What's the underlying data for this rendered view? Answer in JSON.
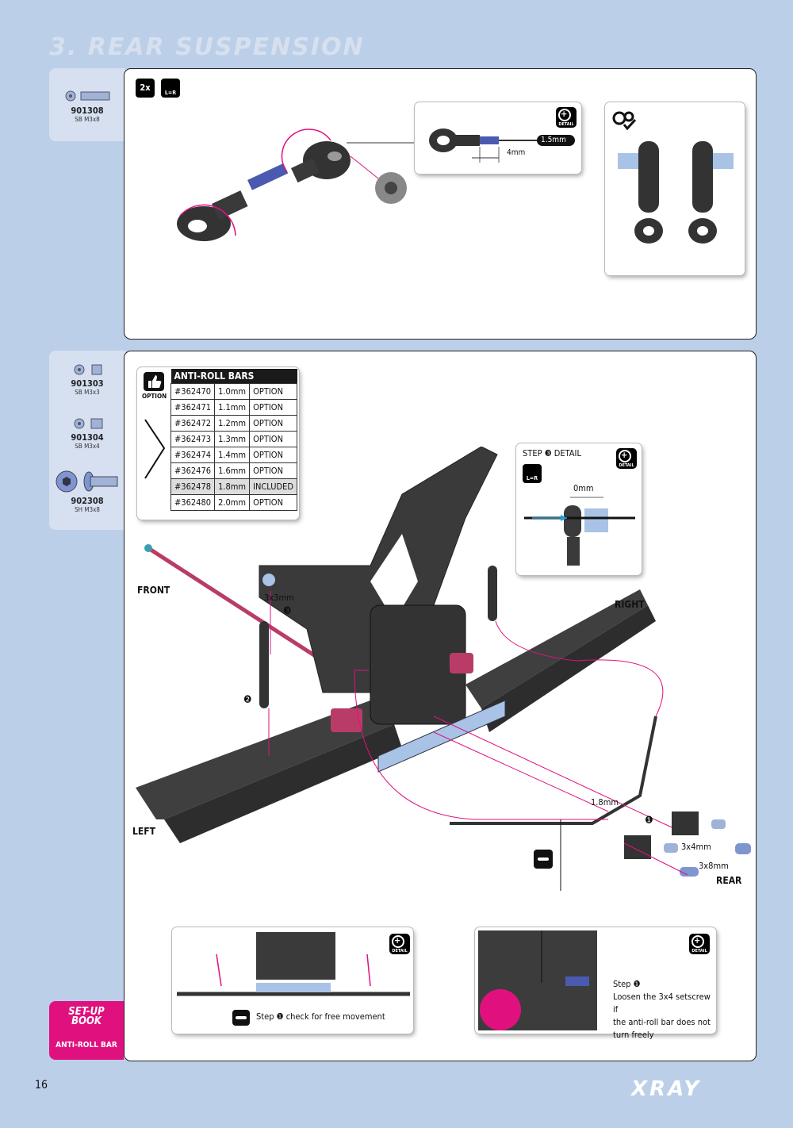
{
  "header": {
    "title": "3. REAR SUSPENSION"
  },
  "step1": {
    "parts": [
      {
        "code": "901308",
        "desc": "SB M3x8"
      }
    ],
    "badge_count": "2x",
    "badge_lr": "L=R",
    "detail": {
      "icon_text": "DETAIL",
      "tool_label": "1.5mm",
      "dim_label": "4mm"
    }
  },
  "step2": {
    "parts": [
      {
        "code": "901303",
        "desc": "SB M3x3"
      },
      {
        "code": "901304",
        "desc": "SB M3x4"
      },
      {
        "code": "902308",
        "desc": "SH M3x8"
      }
    ],
    "option_label": "OPTION",
    "table": {
      "title": "ANTI-ROLL BARS",
      "rows": [
        [
          "#362470",
          "1.0mm",
          "OPTION"
        ],
        [
          "#362471",
          "1.1mm",
          "OPTION"
        ],
        [
          "#362472",
          "1.2mm",
          "OPTION"
        ],
        [
          "#362473",
          "1.3mm",
          "OPTION"
        ],
        [
          "#362474",
          "1.4mm",
          "OPTION"
        ],
        [
          "#362476",
          "1.6mm",
          "OPTION"
        ],
        [
          "#362478",
          "1.8mm",
          "INCLUDED"
        ],
        [
          "#362480",
          "2.0mm",
          "OPTION"
        ]
      ]
    },
    "step3_detail": {
      "title": "STEP ❸ DETAIL",
      "lr": "L=R",
      "dim": "0mm",
      "icon_text": "DETAIL"
    },
    "labels": {
      "front": "FRONT",
      "right": "RIGHT",
      "left": "LEFT",
      "rear": "REAR",
      "screw_3x3": "3x3mm",
      "num3": "❸",
      "num2": "❷",
      "num1": "❶",
      "bar_1_8": "1.8mm",
      "screw_3x4": "3x4mm",
      "screw_3x8": "3x8mm"
    },
    "detail_left": {
      "text": "Step ❶ check for free movement",
      "icon_text": "DETAIL"
    },
    "detail_right": {
      "line1": "Step ❶",
      "line2": "Loosen the 3x4 setscrew if",
      "line3": "the anti-roll bar does not",
      "line4": "turn freely",
      "icon_text": "DETAIL"
    }
  },
  "setup_book": {
    "line1": "SET-UP",
    "line2": "BOOK",
    "label": "ANTI-ROLL BAR"
  },
  "footer": {
    "page": "16",
    "brand": "XRAY"
  }
}
